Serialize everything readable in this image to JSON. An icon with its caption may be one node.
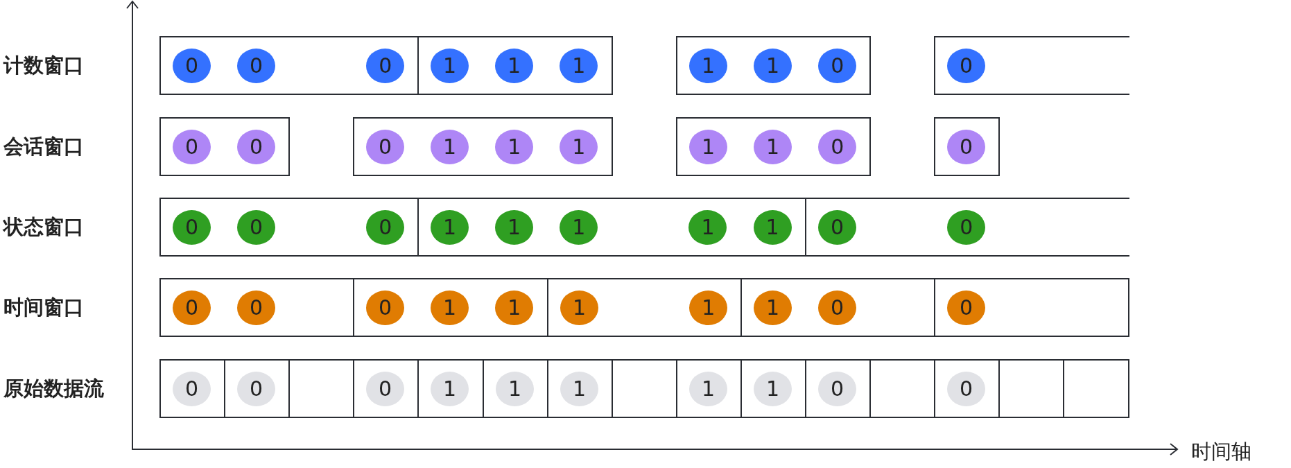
{
  "diagram": {
    "nodes": [
      {
        "text": [],
        "shape": "box"
      },
      {
        "text": [
          "0"
        ],
        "in": 0
      },
      {
        "text": [
          "0"
        ],
        "in": 0
      },
      {
        "text": [
          "0"
        ],
        "in": 0
      },
      {
        "text": [],
        "shape": "box"
      },
      {
        "text": [
          "1"
        ],
        "in": 4
      },
      {
        "text": [
          "1"
        ],
        "in": 4
      },
      {
        "text": [
          "1"
        ],
        "in": 4
      },
      {
        "text": [],
        "shape": "box"
      },
      {
        "text": [
          "1"
        ],
        "in": 8
      },
      {
        "text": [
          "1"
        ],
        "in": 8
      },
      {
        "text": [
          "0"
        ],
        "in": 8
      },
      {
        "text": [],
        "shape": "box"
      },
      {
        "text": [
          "0"
        ],
        "in": 12
      },
      {
        "text": [],
        "shape": "box"
      },
      {
        "text": [
          "0"
        ],
        "in": 14
      },
      {
        "text": [
          "0"
        ],
        "in": 14
      },
      {
        "text": [],
        "shape": "box"
      },
      {
        "text": [
          "0"
        ],
        "in": 17
      },
      {
        "text": [
          "1"
        ],
        "in": 17
      },
      {
        "text": [
          "1"
        ],
        "in": 17
      },
      {
        "text": [
          "1"
        ],
        "in": 17
      },
      {
        "text": [],
        "shape": "box"
      },
      {
        "text": [
          "1"
        ],
        "in": 22
      },
      {
        "text": [
          "1"
        ],
        "in": 22
      },
      {
        "text": [
          "0"
        ],
        "in": 22
      },
      {
        "text": [],
        "shape": "box"
      },
      {
        "text": [
          "0"
        ],
        "in": 26
      },
      {
        "text": [],
        "shape": "box"
      },
      {
        "text": [
          "0"
        ],
        "in": 28
      },
      {
        "text": [
          "0"
        ],
        "in": 28
      },
      {
        "text": [
          "0"
        ],
        "in": 28
      },
      {
        "text": [],
        "shape": "box"
      },
      {
        "text": [
          "1"
        ],
        "in": 32
      },
      {
        "text": [
          "1"
        ],
        "in": 32
      },
      {
        "text": [
          "1"
        ],
        "in": 32
      },
      {
        "text": [
          "1"
        ],
        "in": 32
      },
      {
        "text": [
          "1"
        ],
        "in": 32
      },
      {
        "text": [],
        "shape": "box"
      },
      {
        "text": [
          "0"
        ],
        "in": 38
      },
      {
        "text": [
          "0"
        ],
        "in": 38
      },
      {
        "text": [],
        "shape": "box"
      },
      {
        "text": [
          "0"
        ],
        "in": 41
      },
      {
        "text": [
          "0"
        ],
        "in": 41
      },
      {
        "text": [],
        "shape": "box"
      },
      {
        "text": [
          "0"
        ],
        "in": 44
      },
      {
        "text": [
          "1"
        ],
        "in": 44
      },
      {
        "text": [
          "1"
        ],
        "in": 44
      },
      {
        "text": [],
        "shape": "box"
      },
      {
        "text": [
          "1"
        ],
        "in": 48
      },
      {
        "text": [
          "1"
        ],
        "in": 48
      },
      {
        "text": [],
        "shape": "box"
      },
      {
        "text": [
          "1"
        ],
        "in": 51
      },
      {
        "text": [
          "0"
        ],
        "in": 51
      },
      {
        "text": [],
        "shape": "box"
      },
      {
        "text": [
          "0"
        ],
        "in": 54
      },
      {
        "text": [],
        "shape": "box"
      },
      {
        "text": [
          "0"
        ],
        "in": 56
      },
      {
        "text": [],
        "shape": "box"
      },
      {
        "text": [
          "0"
        ],
        "in": 58
      },
      {
        "text": [],
        "shape": "box"
      },
      {
        "text": [],
        "shape": "box"
      },
      {
        "text": [
          "0"
        ],
        "in": 61
      },
      {
        "text": [],
        "shape": "box"
      },
      {
        "text": [
          "1"
        ],
        "in": 63
      },
      {
        "text": [],
        "shape": "box"
      },
      {
        "text": [
          "1"
        ],
        "in": 65
      },
      {
        "text": [],
        "shape": "box"
      },
      {
        "text": [
          "1"
        ],
        "in": 67
      },
      {
        "text": [],
        "shape": "box"
      },
      {
        "text": [],
        "shape": "box"
      },
      {
        "text": [
          "1"
        ],
        "in": 70
      },
      {
        "text": [],
        "shape": "box"
      },
      {
        "text": [
          "1"
        ],
        "in": 72
      },
      {
        "text": [],
        "shape": "box"
      },
      {
        "text": [
          "0"
        ],
        "in": 74
      },
      {
        "text": [],
        "shape": "box"
      },
      {
        "text": [],
        "shape": "box"
      },
      {
        "text": [
          "0"
        ],
        "in": 77
      },
      {
        "text": [],
        "shape": "box"
      },
      {
        "text": [],
        "shape": "box"
      }
    ],
    "labels": [
      "计数窗口",
      "会话窗口",
      "状态窗口",
      "时间窗口",
      "原始数据流",
      "时间轴"
    ]
  }
}
